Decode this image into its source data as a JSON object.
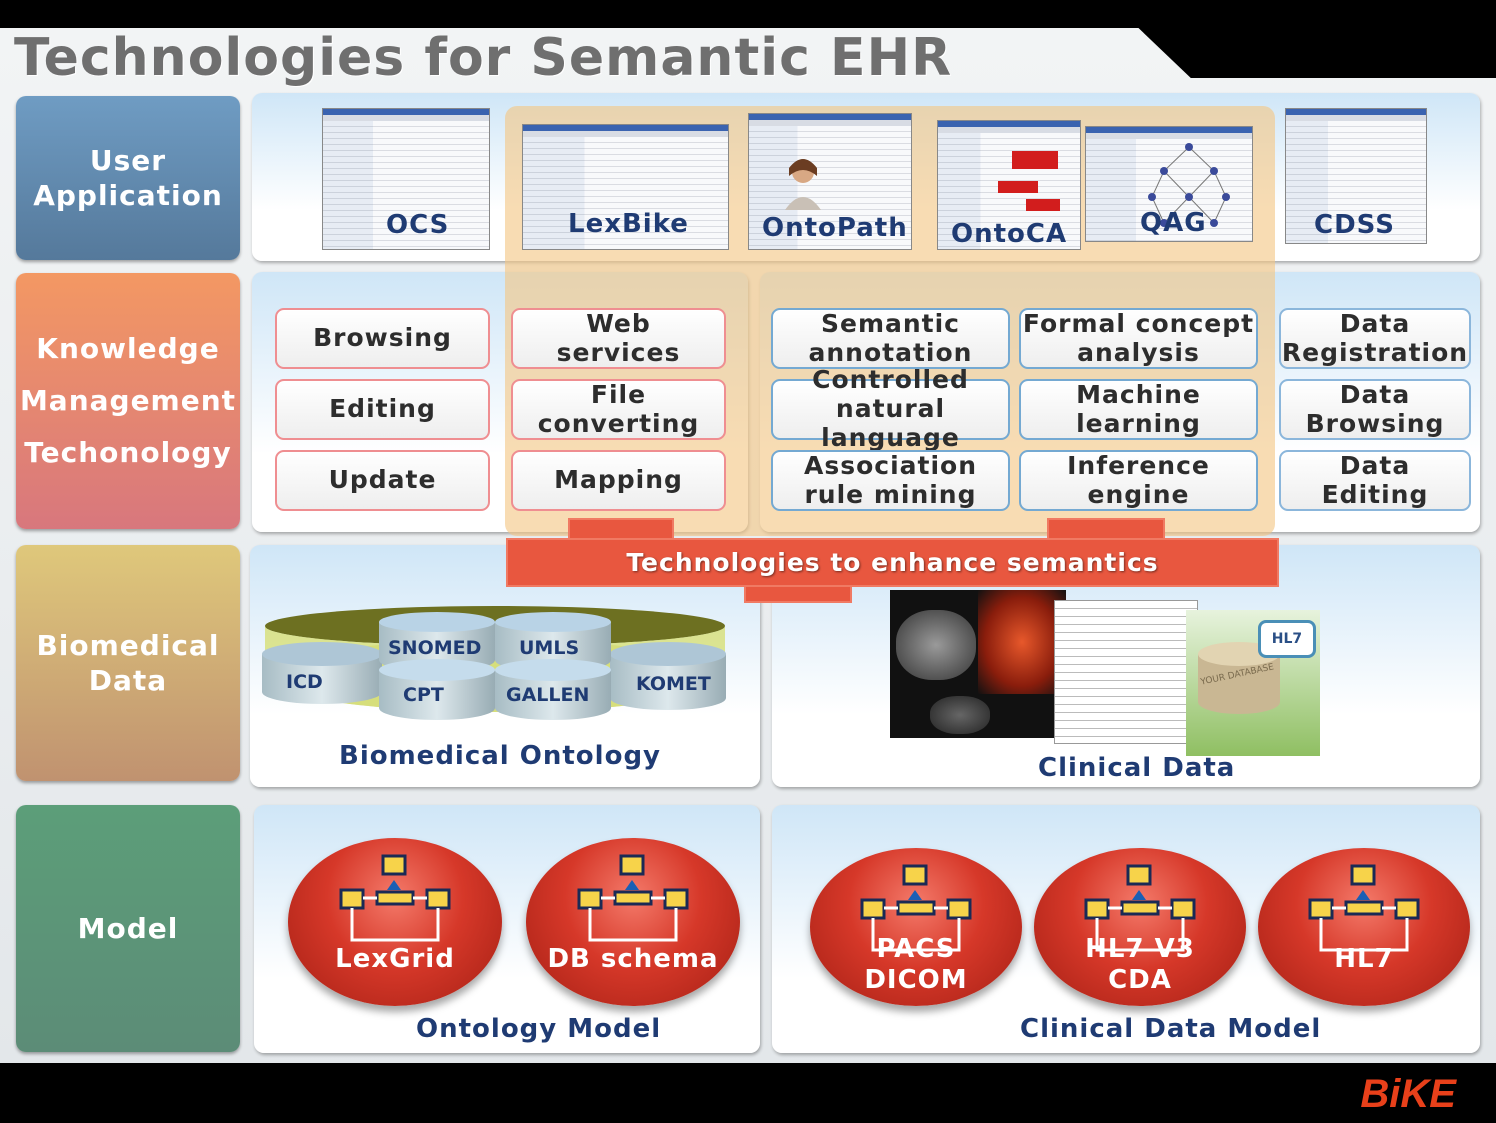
{
  "title": "Technologies for Semantic EHR",
  "logo": "BiKE",
  "rows": {
    "user": "User\nApplication",
    "knowledge": "Knowledge\nManagement\nTechonology",
    "biomedical": "Biomedical\nData",
    "model": "Model"
  },
  "apps": [
    "OCS",
    "LexBike",
    "OntoPath",
    "OntoCA",
    "QAG",
    "CDSS"
  ],
  "knowledge": {
    "col1": [
      "Browsing",
      "Editing",
      "Update"
    ],
    "col2": [
      "Web\nservices",
      "File\nconverting",
      "Mapping"
    ],
    "col3": [
      "Semantic\nannotation",
      "Controlled\nnatural language",
      "Association\nrule mining"
    ],
    "col4": [
      "Formal concept\nanalysis",
      "Machine\nlearning",
      "Inference\nengine"
    ],
    "col5": [
      "Data\nRegistration",
      "Data\nBrowsing",
      "Data\nEditing"
    ]
  },
  "enhance_banner": "Technologies to enhance semantics",
  "biomedical": {
    "ontologies": [
      "ICD",
      "SNOMED",
      "CPT",
      "UMLS",
      "GALLEN",
      "KOMET"
    ],
    "ontology_caption": "Biomedical Ontology",
    "clinical_caption": "Clinical Data",
    "hl7_badge": "HL7",
    "db_text": "YOUR DATABASE"
  },
  "models": {
    "ontology": [
      "LexGrid",
      "DB schema"
    ],
    "clinical": [
      "PACS\nDICOM",
      "HL7 V3\nCDA",
      "HL7"
    ],
    "ontology_caption": "Ontology Model",
    "clinical_caption": "Clinical Data Model"
  },
  "colors": {
    "accent_red": "#e8573f",
    "navy_text": "#1f3b73",
    "logo": "#e8401a"
  }
}
